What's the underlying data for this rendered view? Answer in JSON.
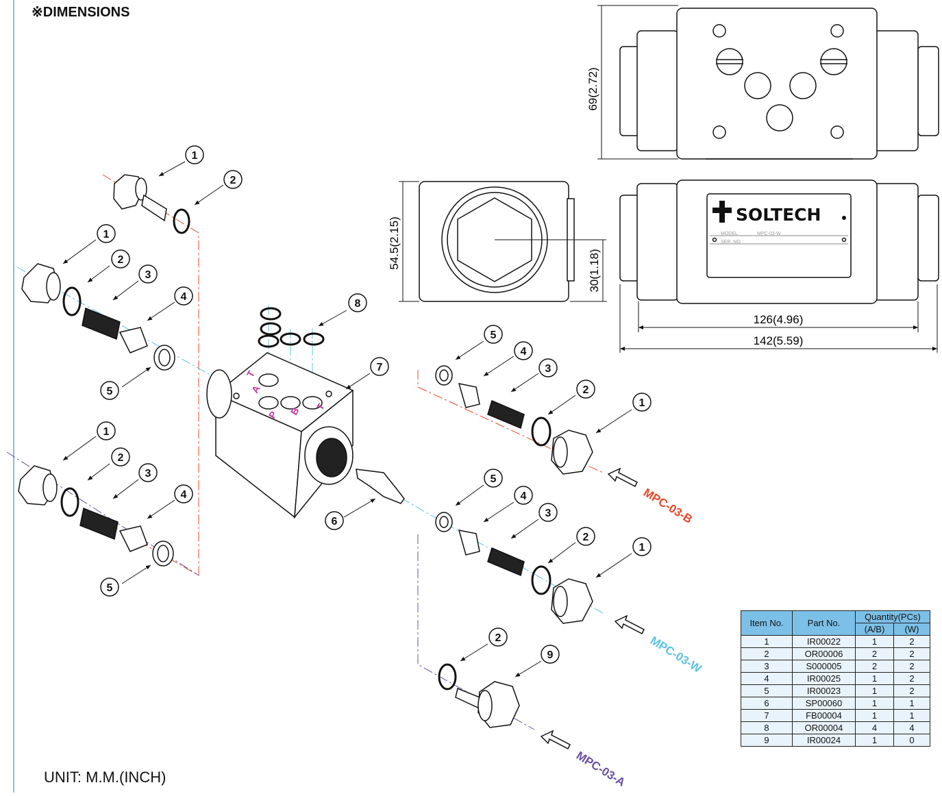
{
  "title": "※DIMENSIONS",
  "unit": "UNIT: M.M.(INCH)",
  "dimensions": {
    "height_top": "69(2.72)",
    "height_side": "54.5(2.15)",
    "center_height": "30(1.18)",
    "inner_length": "126(4.96)",
    "overall_length": "142(5.59)"
  },
  "brand": {
    "name": "SOLTECH",
    "plate_line1": "MODEL",
    "plate_line1_value": "MPC-03-W",
    "plate_line2": "SER. NO."
  },
  "ports": [
    "T",
    "A",
    "P",
    "B",
    "T"
  ],
  "variants": [
    {
      "label": "MPC-03-B",
      "color": "#e8472a"
    },
    {
      "label": "MPC-03-W",
      "color": "#5cc4e0"
    },
    {
      "label": "MPC-03-A",
      "color": "#6a4fa0"
    }
  ],
  "callouts": [
    "1",
    "2",
    "3",
    "4",
    "5",
    "6",
    "7",
    "8",
    "9"
  ],
  "parts_table": {
    "headers": {
      "item": "Item No.",
      "part": "Part No.",
      "qty": "Quantity(PCs)",
      "ab": "(A/B)",
      "w": "(W)"
    },
    "rows": [
      {
        "item": "1",
        "part": "IR00022",
        "ab": "1",
        "w": "2"
      },
      {
        "item": "2",
        "part": "OR00006",
        "ab": "2",
        "w": "2"
      },
      {
        "item": "3",
        "part": "S000005",
        "ab": "2",
        "w": "2"
      },
      {
        "item": "4",
        "part": "IR00025",
        "ab": "1",
        "w": "2"
      },
      {
        "item": "5",
        "part": "IR00023",
        "ab": "1",
        "w": "2"
      },
      {
        "item": "6",
        "part": "SP00060",
        "ab": "1",
        "w": "1"
      },
      {
        "item": "7",
        "part": "FB00004",
        "ab": "1",
        "w": "1"
      },
      {
        "item": "8",
        "part": "OR00004",
        "ab": "4",
        "w": "4"
      },
      {
        "item": "9",
        "part": "IR00024",
        "ab": "1",
        "w": "0"
      }
    ]
  },
  "colors": {
    "accent_line": "#7cc0e8",
    "table_header": "#7cc0e8",
    "table_cell": "#e9f3fb"
  }
}
